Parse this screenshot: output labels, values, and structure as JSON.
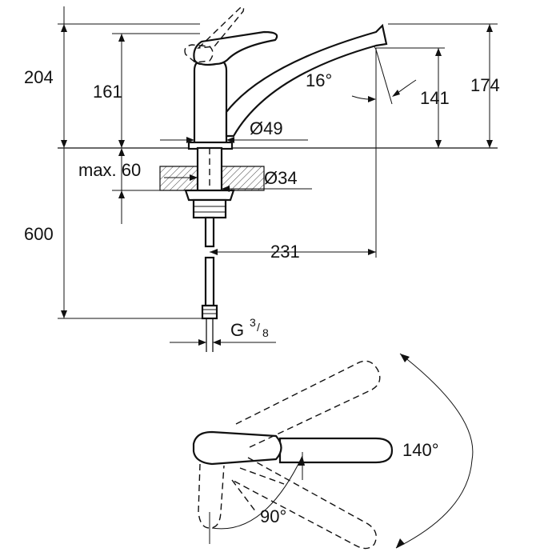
{
  "dimensions": {
    "total_height_above_deck": "204",
    "lever_height": "161",
    "spout_angle": "16°",
    "outlet_height": "141",
    "overall_spout_height": "174",
    "body_diameter": "Ø49",
    "max_deck_thickness": "max. 60",
    "hole_diameter": "Ø34",
    "hose_length": "600",
    "spout_reach": "231",
    "connection_thread_prefix": "G",
    "connection_thread_fraction_num": "3",
    "connection_thread_fraction_den": "8"
  },
  "rotation": {
    "swivel_range": "140°",
    "lever_angle": "90°"
  },
  "colors": {
    "line": "#111111",
    "background": "#ffffff"
  }
}
